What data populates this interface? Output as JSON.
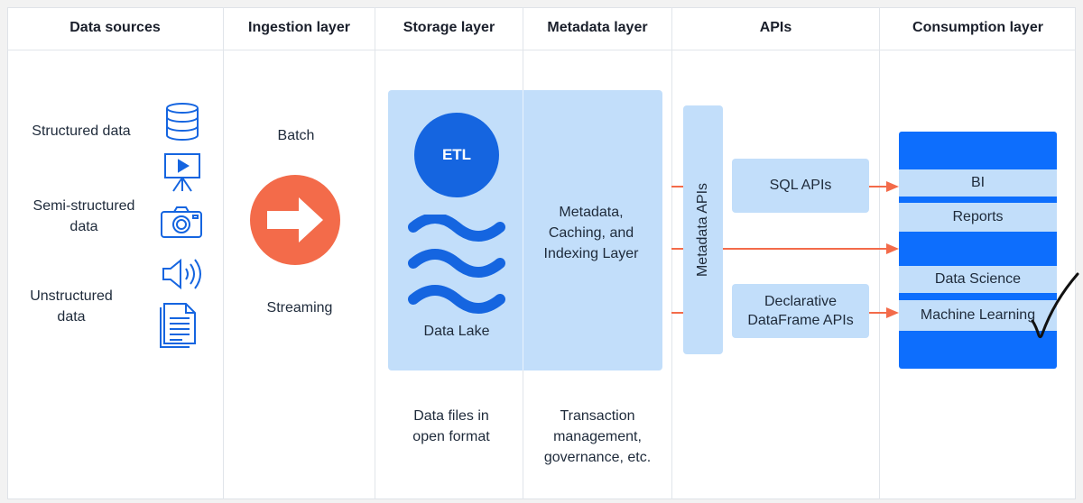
{
  "headers": {
    "data_sources": "Data sources",
    "ingestion": "Ingestion layer",
    "storage": "Storage layer",
    "metadata": "Metadata layer",
    "apis": "APIs",
    "consumption": "Consumption layer"
  },
  "data_sources": {
    "structured": "Structured data",
    "semi_line1": "Semi-structured",
    "semi_line2": "data",
    "unstructured_line1": "Unstructured",
    "unstructured_line2": "data"
  },
  "ingestion": {
    "batch": "Batch",
    "streaming": "Streaming"
  },
  "storage": {
    "etl": "ETL",
    "data_lake": "Data Lake",
    "note_line1": "Data files in",
    "note_line2": "open format"
  },
  "metadata": {
    "layer_line1": "Metadata,",
    "layer_line2": "Caching, and",
    "layer_line3": "Indexing Layer",
    "note_line1": "Transaction",
    "note_line2": "management,",
    "note_line3": "governance, etc."
  },
  "apis": {
    "metadata_apis": "Metadata APIs",
    "sql_apis": "SQL APIs",
    "declarative_line1": "Declarative",
    "declarative_line2": "DataFrame APIs"
  },
  "consumption": {
    "bi": "BI",
    "reports": "Reports",
    "data_science": "Data Science",
    "machine_learning": "Machine Learning"
  },
  "colors": {
    "icon_blue": "#1565e0",
    "light_blue": "#c2defa",
    "deep_blue": "#0d6efd",
    "orange": "#f36b4a"
  },
  "icons": [
    "database-icon",
    "presentation-icon",
    "camera-icon",
    "speaker-icon",
    "document-icon",
    "arrow-right-icon",
    "wave-icon",
    "checkmark-icon"
  ]
}
